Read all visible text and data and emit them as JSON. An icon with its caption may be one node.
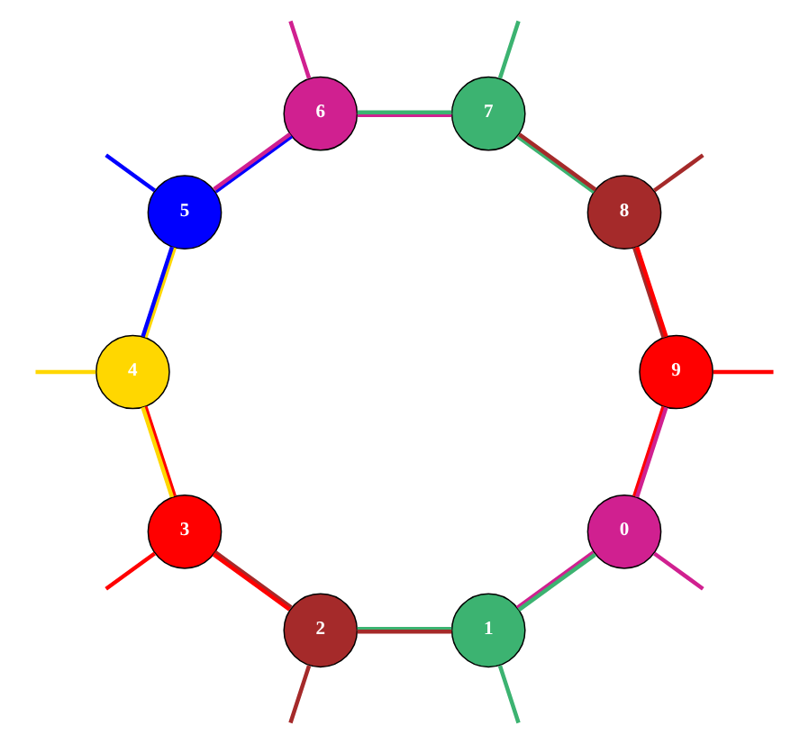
{
  "diagram": {
    "nodes": [
      {
        "text": [
          "0"
        ]
      },
      {
        "text": [
          "1"
        ]
      },
      {
        "text": [
          "2"
        ]
      },
      {
        "text": [
          "3"
        ]
      },
      {
        "text": [
          "4"
        ]
      },
      {
        "text": [
          "5"
        ]
      },
      {
        "text": [
          "6"
        ]
      },
      {
        "text": [
          "7"
        ]
      },
      {
        "text": [
          "8"
        ]
      },
      {
        "text": [
          "9"
        ]
      }
    ],
    "edges": [
      {
        "from": 0,
        "to": 1,
        "arrow": "none",
        "color": "#d02090"
      },
      {
        "from": 1,
        "to": 2,
        "arrow": "none",
        "color": "#3cb371"
      },
      {
        "from": 2,
        "to": 3,
        "arrow": "none",
        "color": "#a52a2a"
      },
      {
        "from": 3,
        "to": 4,
        "arrow": "none",
        "color": "#ff0000"
      },
      {
        "from": 4,
        "to": 5,
        "arrow": "none",
        "color": "#0000ff"
      },
      {
        "from": 5,
        "to": 6,
        "arrow": "none",
        "color": "#d02090"
      },
      {
        "from": 6,
        "to": 7,
        "arrow": "none",
        "color": "#d02090"
      },
      {
        "from": 7,
        "to": 8,
        "arrow": "none",
        "color": "#3cb371"
      },
      {
        "from": 8,
        "to": 9,
        "arrow": "none",
        "color": "#ff0000"
      },
      {
        "from": 9,
        "to": 0,
        "arrow": "none",
        "color": "#ff0000"
      },
      {
        "from": 0,
        "to": null,
        "arrow": "none",
        "color": "#d02090"
      },
      {
        "from": 1,
        "to": null,
        "arrow": "none",
        "color": "#3cb371"
      },
      {
        "from": 2,
        "to": null,
        "arrow": "none",
        "color": "#a52a2a"
      },
      {
        "from": 3,
        "to": null,
        "arrow": "none",
        "color": "#ff0000"
      },
      {
        "from": 4,
        "to": null,
        "arrow": "none",
        "color": "#ffd700"
      },
      {
        "from": 5,
        "to": null,
        "arrow": "none",
        "color": "#0000ff"
      },
      {
        "from": 6,
        "to": null,
        "arrow": "none",
        "color": "#d02090"
      },
      {
        "from": 7,
        "to": null,
        "arrow": "none",
        "color": "#3cb371"
      },
      {
        "from": 8,
        "to": null,
        "arrow": "none",
        "color": "#a52a2a"
      },
      {
        "from": 9,
        "to": null,
        "arrow": "none",
        "color": "#ff0000"
      }
    ]
  }
}
